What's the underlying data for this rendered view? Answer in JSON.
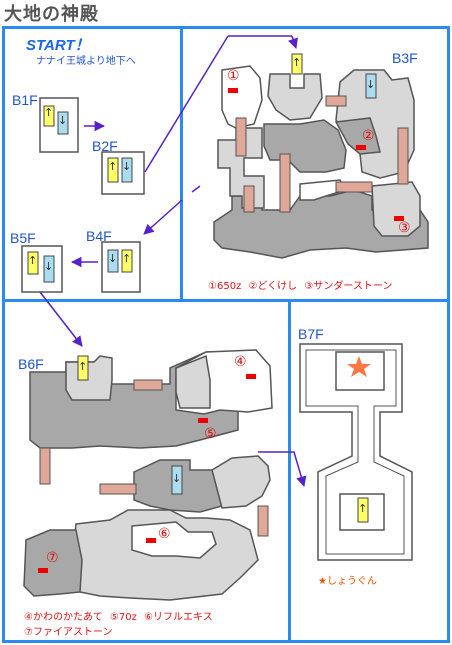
{
  "title": "大地の神殿",
  "start": {
    "label": "START！",
    "note": "ナナイ王城より地下へ"
  },
  "floors": {
    "b1": "B1F",
    "b2": "B2F",
    "b3": "B3F",
    "b4": "B4F",
    "b5": "B5F",
    "b6": "B6F",
    "b7": "B7F"
  },
  "markers": {
    "m1": "①",
    "m2": "②",
    "m3": "③",
    "m4": "④",
    "m5": "⑤",
    "m6": "⑥",
    "m7": "⑦"
  },
  "legend_top": {
    "l1": "①650z",
    "l2": "②どくけし",
    "l3": "③サンダーストーン"
  },
  "legend_bottom": {
    "l4": "④かわのかたあて",
    "l5": "⑤70z",
    "l6": "⑥リフルエキス",
    "l7": "⑦ファイアストーン"
  },
  "legend_b7": "★しょうぐん",
  "colors": {
    "panel": "#2a8cf0",
    "arrow": "#5522cc",
    "wall": "#555555",
    "light": "#d8d8d8",
    "dark": "#a8a8a8",
    "bridge": "#e0a898",
    "item": "#ee0000",
    "stairs_up": "#ffff66",
    "stairs_down": "#aaddee",
    "boss": "#ff7744"
  }
}
